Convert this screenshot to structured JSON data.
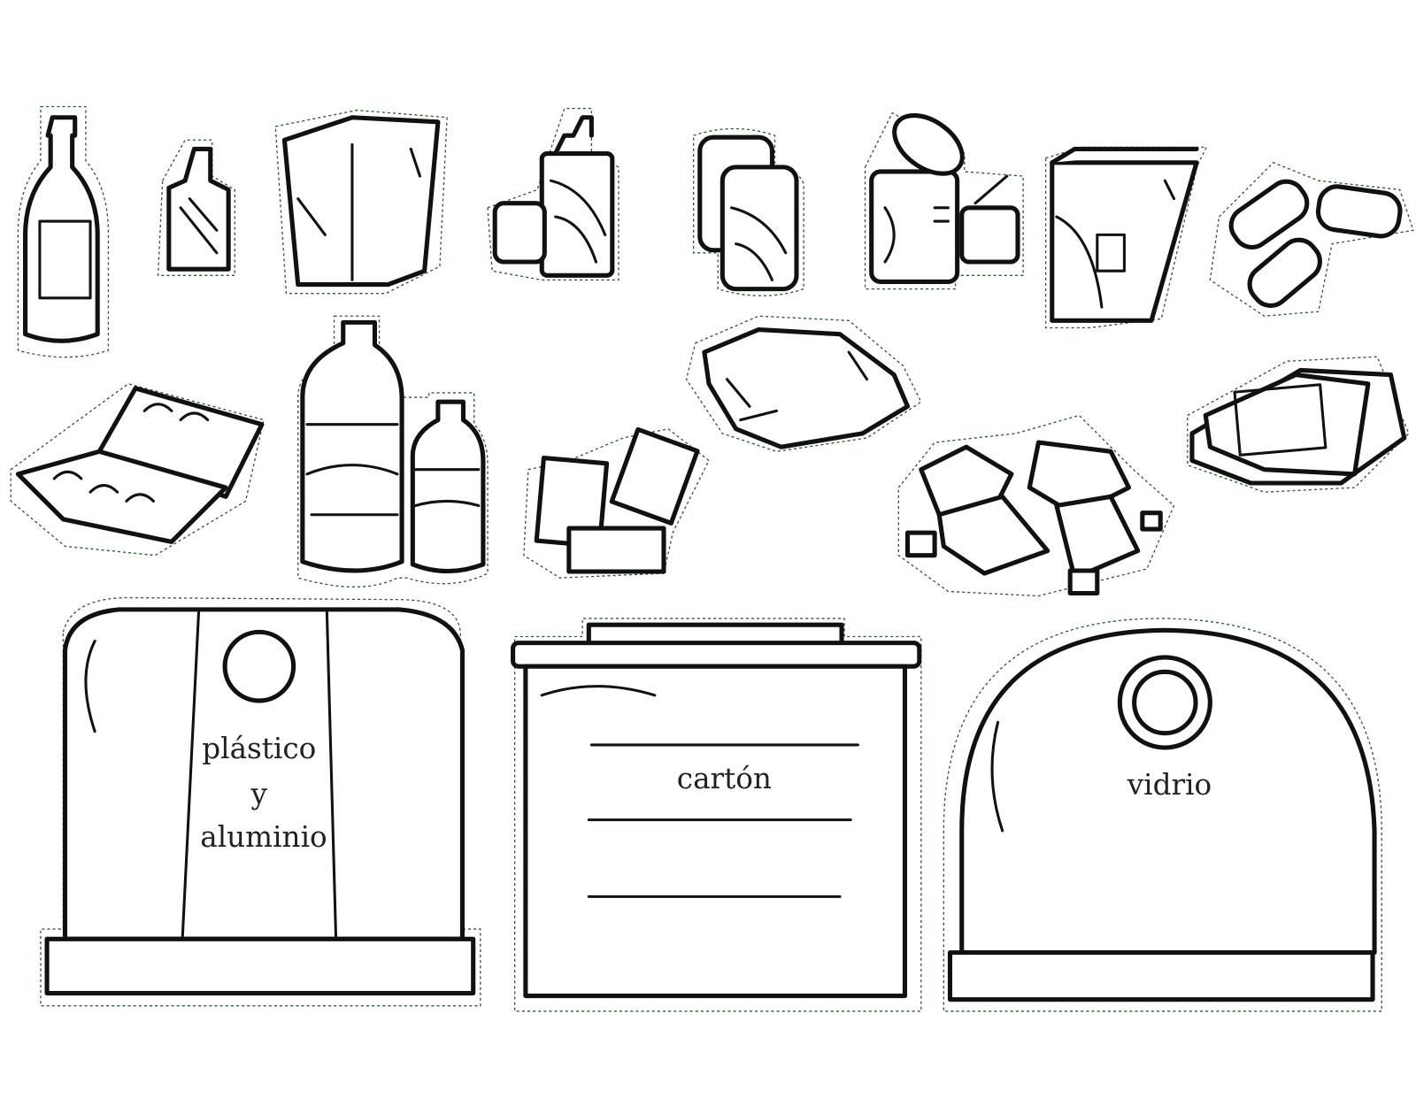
{
  "bins": [
    {
      "label_lines": [
        "plástico",
        "y",
        "aluminio"
      ]
    },
    {
      "label_lines": [
        "cartón"
      ]
    },
    {
      "label_lines": [
        "vidrio"
      ]
    }
  ],
  "colors": {
    "outline": "#111111",
    "cut_line": "#2d5a2d",
    "background": "#ffffff"
  }
}
